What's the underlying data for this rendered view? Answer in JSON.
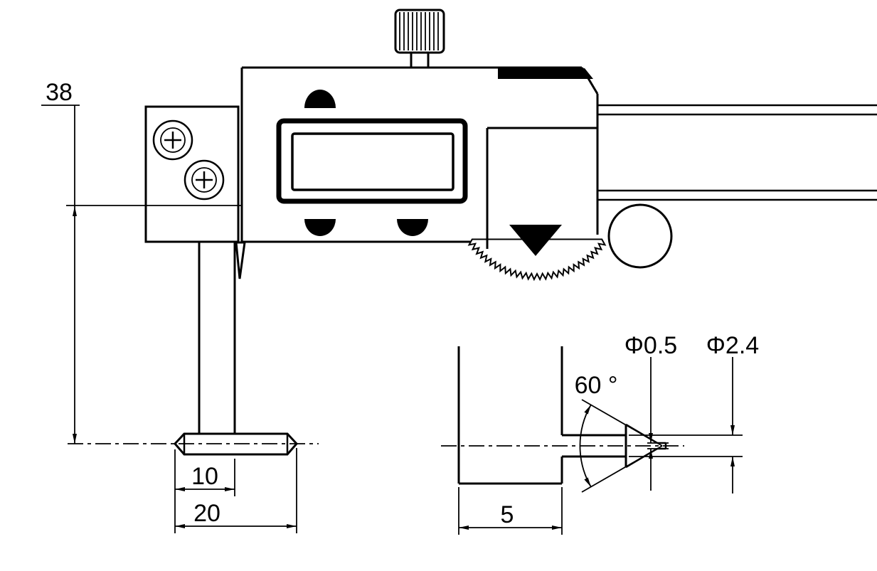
{
  "page": {
    "background": "#ffffff",
    "line_color": "#000000",
    "description": "Technical drawing of a digital caliper with inside-groove jaw and conical depth tip detail"
  },
  "dimensions": {
    "jaw_height": "38",
    "foot_inner_width": "10",
    "foot_outer_width": "20",
    "block_width": "5",
    "tip_angle": "60 °",
    "tip_diameter": "Φ0.5",
    "pin_diameter": "Φ2.4"
  }
}
